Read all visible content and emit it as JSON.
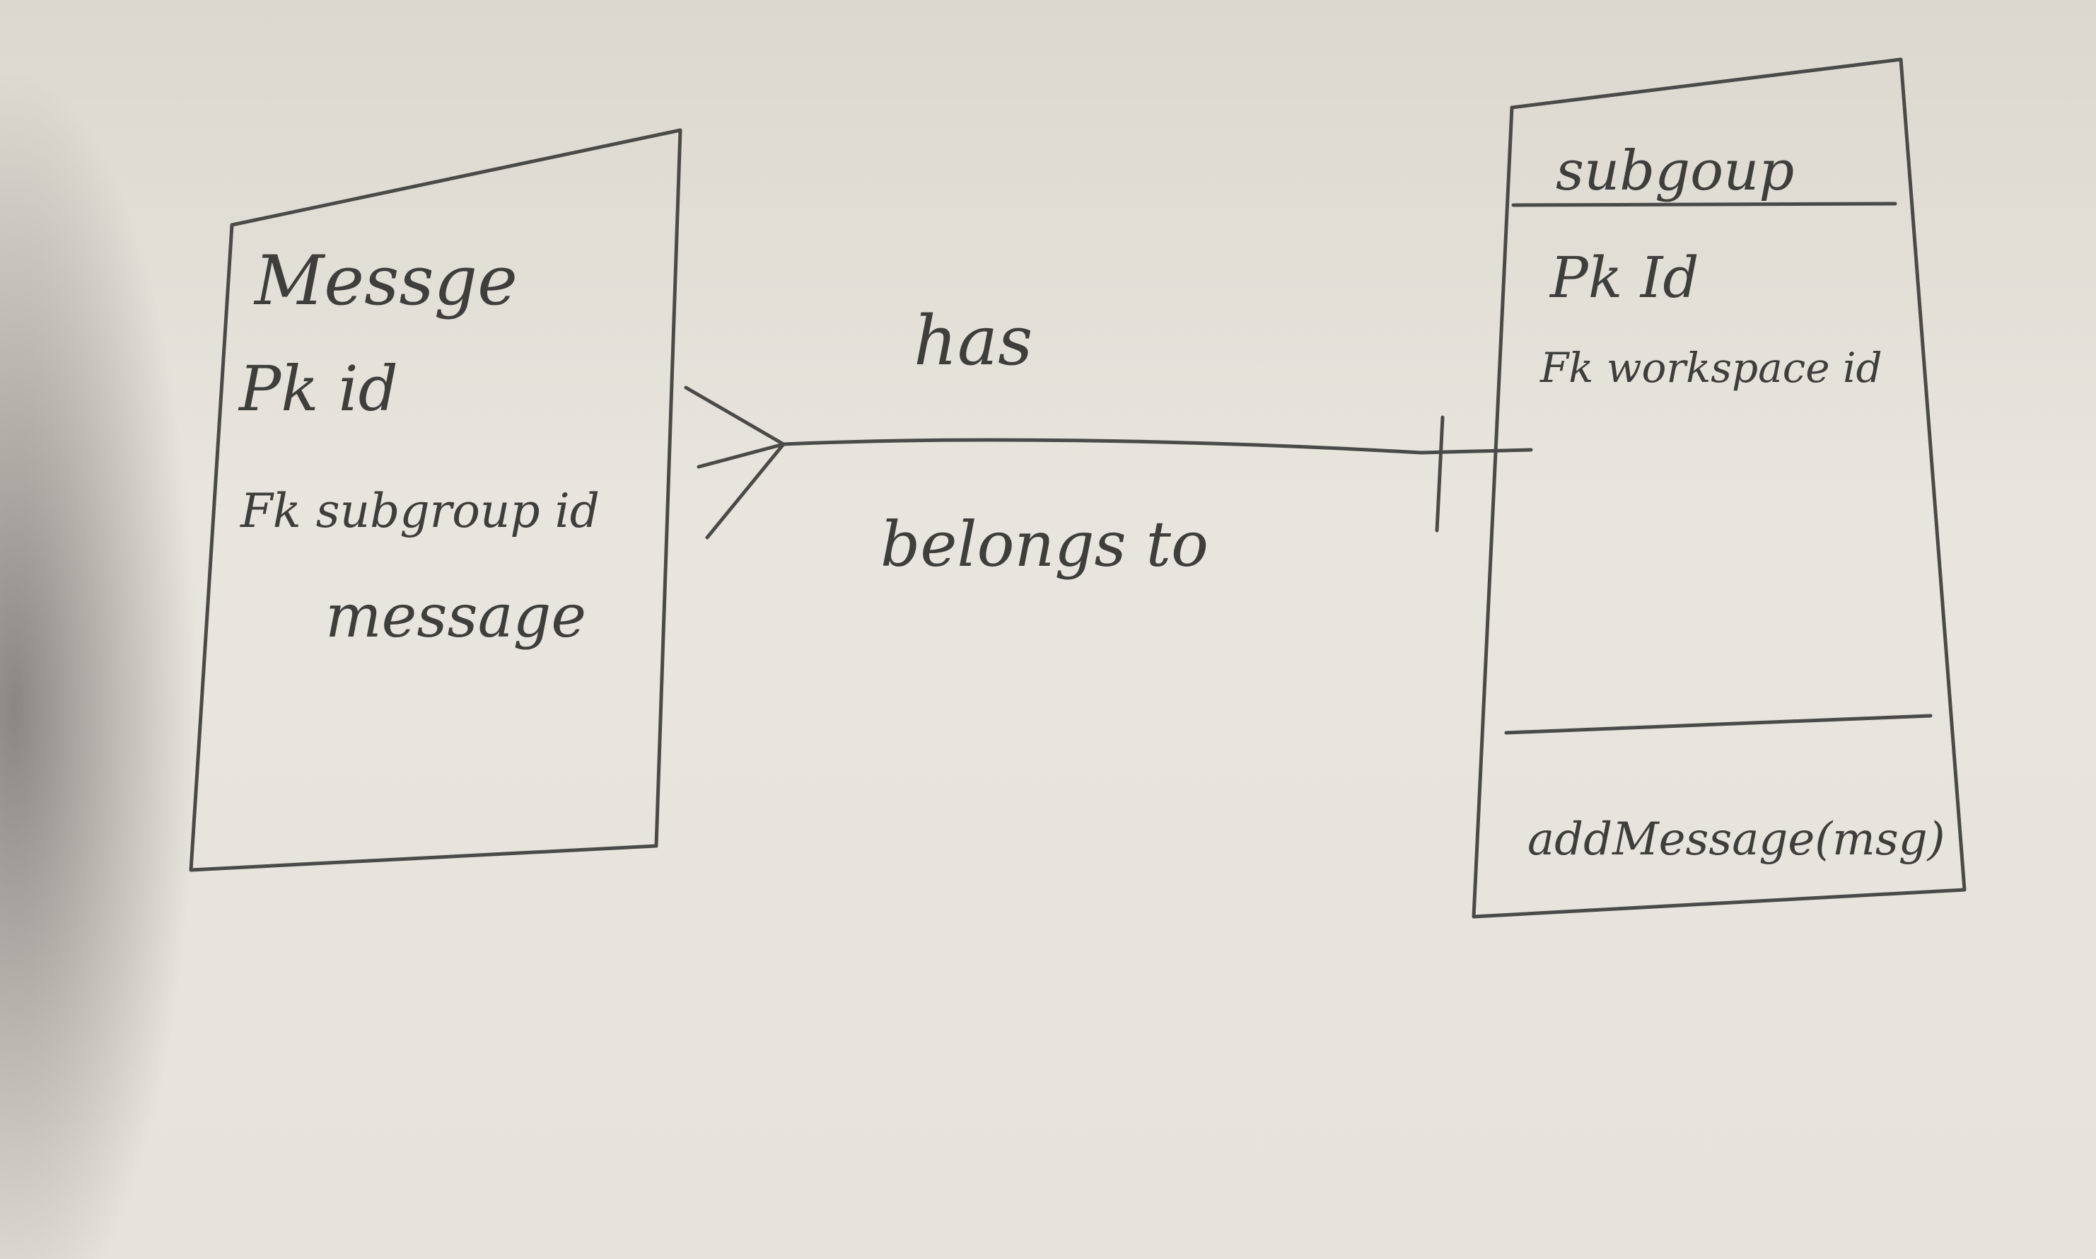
{
  "entities": {
    "message": {
      "title": "Messge",
      "attributes": [
        "Pk id",
        "Fk subgroup id",
        "message"
      ]
    },
    "subgroup": {
      "title": "subgoup",
      "attributes": [
        "Pk Id",
        "Fk workspace id"
      ],
      "method": "addMessage(msg)"
    }
  },
  "relationship": {
    "upper_label": "has",
    "lower_label": "belongs to",
    "left_cardinality": "many",
    "right_cardinality": "one"
  }
}
